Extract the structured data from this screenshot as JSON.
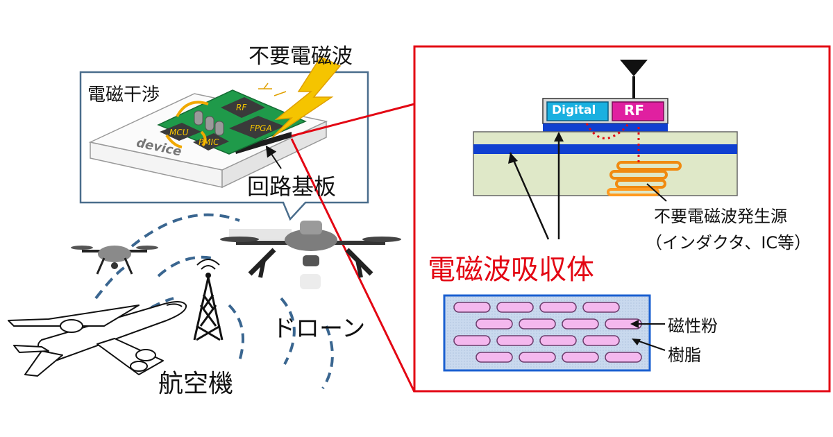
{
  "left_panel": {
    "noise_label": "不要電磁波",
    "interference_label": "電磁干渉",
    "board_label": "回路基板",
    "device_label": "device",
    "chips": {
      "rf": "RF",
      "fpga": "FPGA",
      "mcu": "MCU",
      "pmic": "PMIC"
    }
  },
  "scene": {
    "drone_label": "ドローン",
    "aircraft_label": "航空機"
  },
  "right_panel": {
    "digital_label": "Digital",
    "rf_label": "RF",
    "source_label_line1": "不要電磁波発生源",
    "source_label_line2": "（インダクタ、IC等）",
    "absorber_label": "電磁波吸収体",
    "magnetic_powder_label": "磁性粉",
    "resin_label": "樹脂"
  },
  "colors": {
    "frame_red": "#e30613",
    "callout_border": "#4a6d8c",
    "pcb_green": "#1f9a4a",
    "chip_dark": "#3a3a3a",
    "bolt_yellow": "#f5c400",
    "layer_blue": "#1040d0",
    "substrate": "#dfe8c8",
    "digital_cyan": "#1ab0e0",
    "rf_magenta": "#e020a0",
    "coil_orange": "#f08a10",
    "particle_pink": "#f4b8ee",
    "absorber_fill": "#c9d9ee",
    "absorber_border": "#1a5fd0",
    "wave_blue": "#3a6690"
  }
}
